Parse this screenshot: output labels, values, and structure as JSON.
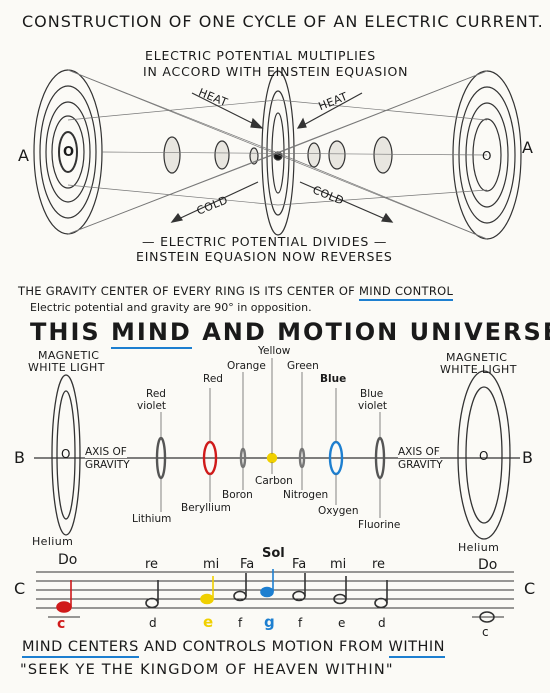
{
  "top": {
    "title": "CONSTRUCTION OF ONE CYCLE OF AN ELECTRIC CURRENT.",
    "upper_note_1": "ELECTRIC POTENTIAL MULTIPLIES",
    "upper_note_2": "IN ACCORD WITH EINSTEIN EQUASION",
    "heat": "HEAT",
    "cold": "COLD",
    "side": "A",
    "ring_center": "O",
    "lower_note_1": "— ELECTRIC POTENTIAL DIVIDES —",
    "lower_note_2": "EINSTEIN EQUASION NOW REVERSES"
  },
  "middle": {
    "gravity_line_prefix": "THE GRAVITY CENTER OF EVERY RING IS ITS CENTER OF ",
    "mind_control": "MIND CONTROL",
    "perpendicular_note": "Electric potential and gravity are 90° in opposition.",
    "headline_this": "THIS ",
    "headline_mind": "MIND",
    "headline_rest": " AND MOTION UNIVERSE"
  },
  "spectrum": {
    "side": "B",
    "magnetic_left_1": "MAGNETIC",
    "magnetic_left_2": "WHITE LIGHT",
    "magnetic_right_1": "MAGNETIC",
    "magnetic_right_2": "WHITE LIGHT",
    "axis_1": "AXIS OF",
    "axis_2": "GRAVITY",
    "helium": "Helium",
    "colors": [
      {
        "label": "Red violet",
        "label_1": "Red",
        "label_2": "violet"
      },
      {
        "label": "Red"
      },
      {
        "label": "Orange"
      },
      {
        "label": "Yellow"
      },
      {
        "label": "Green"
      },
      {
        "label": "Blue"
      },
      {
        "label_1": "Blue",
        "label_2": "violet"
      }
    ],
    "elements": [
      "Lithium",
      "Beryllium",
      "Boron",
      "Carbon",
      "Nitrogen",
      "Oxygen",
      "Fluorine"
    ],
    "ring_center": "O",
    "colors_hex": {
      "red": "#d01a1a",
      "yellow": "#f0d000",
      "blue": "#1d7fd0"
    }
  },
  "scale": {
    "side": "C",
    "solfege": [
      "Do",
      "re",
      "mi",
      "Fa",
      "Sol",
      "Fa",
      "mi",
      "re",
      "Do"
    ],
    "notes": [
      "c",
      "d",
      "e",
      "f",
      "g",
      "f",
      "e",
      "d",
      "c"
    ]
  },
  "bottom": {
    "mind_centers": "MIND CENTERS",
    "line_mid": " AND CONTROLS MOTION FROM ",
    "within": "WITHIN",
    "quote": "\"SEEK YE THE KINGDOM OF HEAVEN WITHIN\""
  }
}
